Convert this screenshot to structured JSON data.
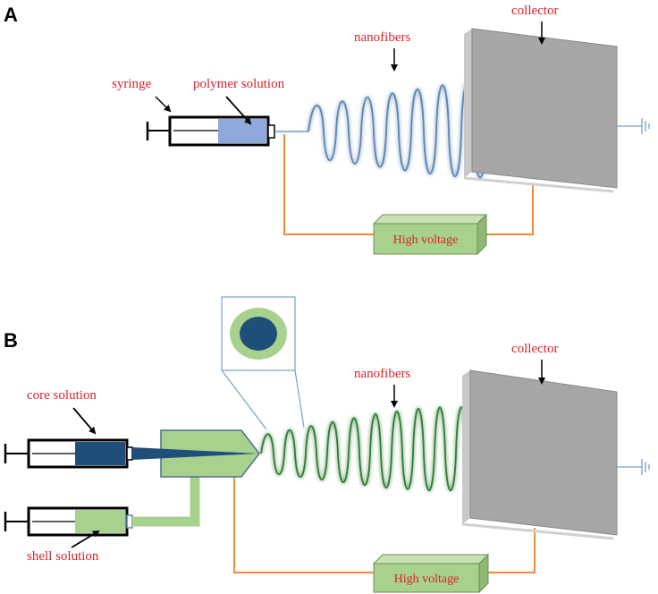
{
  "panel_a": {
    "letter": "A",
    "syringe_label": "syringe",
    "solution_label": "polymer solution",
    "fiber_label": "nanofibers",
    "collector_label": "collector",
    "voltage_label": "High voltage"
  },
  "panel_b": {
    "letter": "B",
    "core_label": "core solution",
    "shell_label": "shell solution",
    "fiber_label": "nanofibers",
    "collector_label": "collector",
    "voltage_label": "High voltage"
  },
  "colors": {
    "label_red": "#d9232a",
    "wire_orange": "#f08a3c",
    "fiber_blue": "#5b86b3",
    "fiber_green": "#2f7d32",
    "polymer_fill": "#8fa9dc",
    "core_fill": "#1f4e79",
    "shell_fill": "#a9d18e",
    "collector_fill": "#a6a6a6",
    "box_fill": "#a9d18e"
  }
}
